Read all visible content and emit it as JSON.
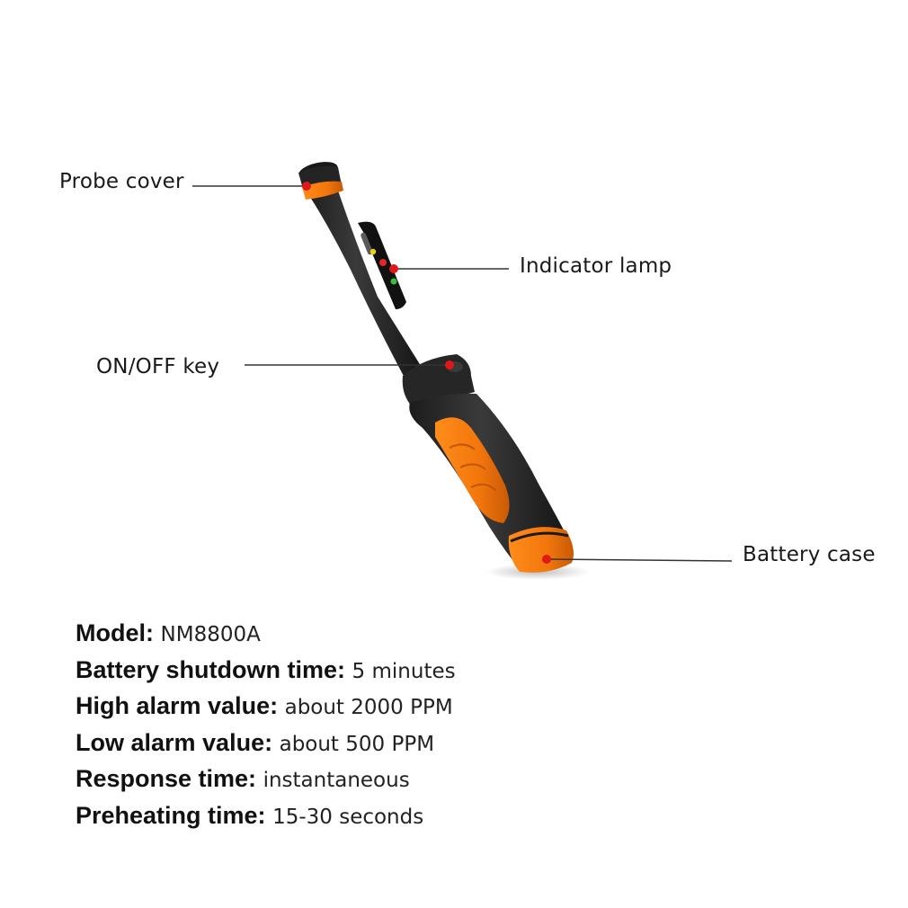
{
  "callouts": {
    "probe_cover": "Probe cover",
    "indicator_lamp": "Indicator lamp",
    "on_off_key": "ON/OFF key",
    "battery_case": "Battery case"
  },
  "specs": [
    {
      "label": "Model:",
      "value": "NM8800A"
    },
    {
      "label": "Battery shutdown time:",
      "value": "5 minutes"
    },
    {
      "label": "High alarm value:",
      "value": "about 2000 PPM"
    },
    {
      "label": "Low alarm value:",
      "value": "about 500 PPM"
    },
    {
      "label": "Response time:",
      "value": "instantaneous"
    },
    {
      "label": "Preheating time:",
      "value": "15-30 seconds"
    }
  ],
  "colors": {
    "body": "#2b2b2b",
    "accent_orange": "#f07a12",
    "marker_red": "#e01818",
    "led_red": "#e3262a",
    "led_yellow": "#e8d21a",
    "led_green": "#3dbb3a"
  }
}
